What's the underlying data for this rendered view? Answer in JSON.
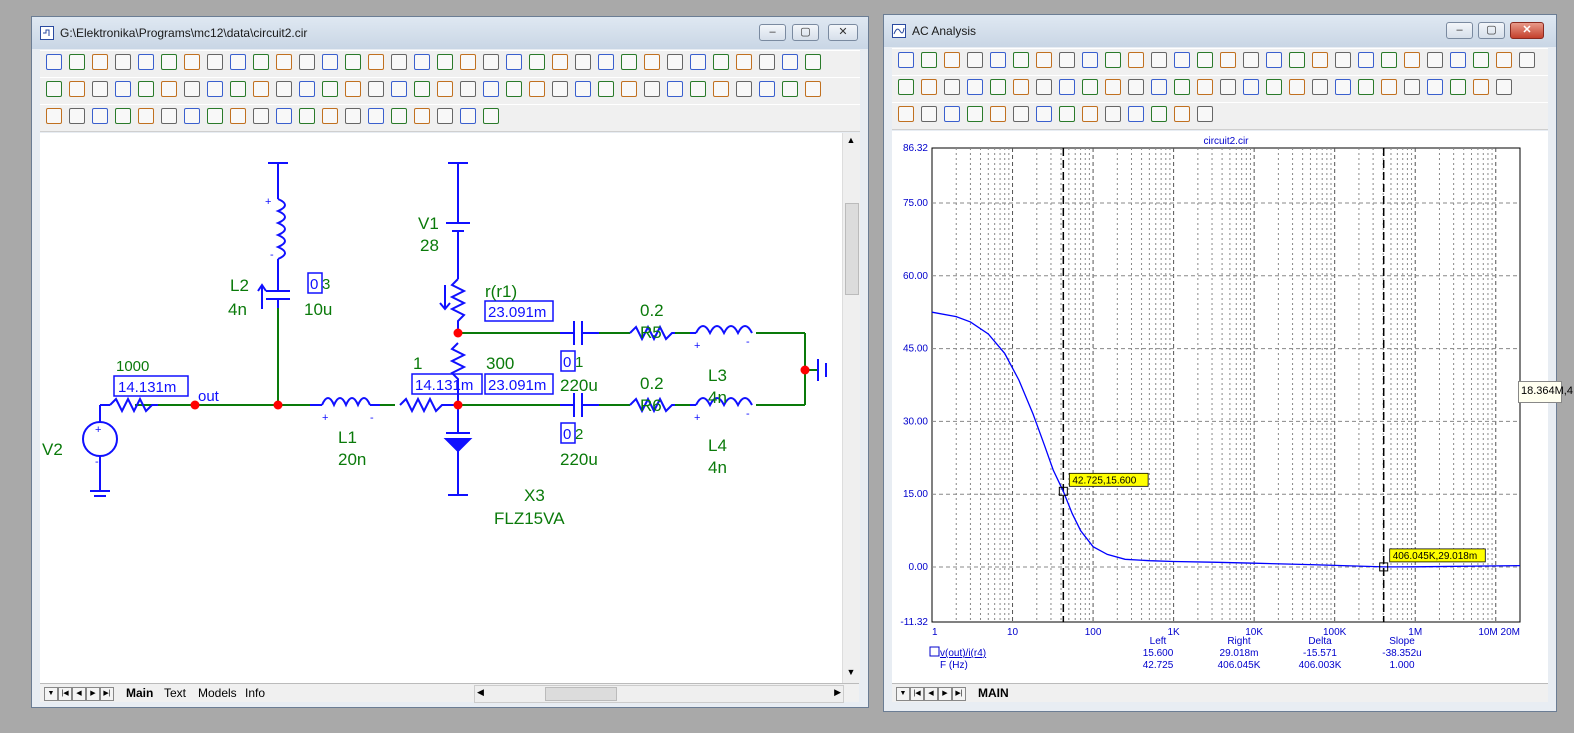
{
  "schematic_window": {
    "title": "G:\\Elektronika\\Programs\\mc12\\data\\circuit2.cir",
    "tabs": [
      "Main",
      "Text",
      "Models",
      "Info"
    ],
    "labels": {
      "r1000": "1000",
      "v_r1000": "14.131m",
      "out": "out",
      "v2": "V2",
      "l2": "L2",
      "l2_val": "4n",
      "c3_box": "0",
      "c3_tail": "3",
      "c3_val": "10u",
      "v1": "V1",
      "v1_val": "28",
      "r_r1": "r(r1)",
      "v_r1": "23.091m",
      "l1": "L1",
      "l1_val": "20n",
      "r1_label": "1",
      "v_mid": "14.131m",
      "r300": "300",
      "v_r300": "23.091m",
      "c1_box": "0",
      "c1_tail": "1",
      "c1_val": "220u",
      "c2_box": "0",
      "c2_tail": "2",
      "c2_val": "220u",
      "r5_val": "0.2",
      "r5": "R5",
      "r6_val": "0.2",
      "r6": "R6",
      "l3": "L3",
      "l3_val": "4n",
      "l4": "L4",
      "l4_val": "4n",
      "x3": "X3",
      "x3_model": "FLZ15VA"
    }
  },
  "analysis_window": {
    "title": "AC Analysis",
    "tab": "MAIN",
    "chart_title": "circuit2.cir",
    "side_label": "18.364M,4",
    "cursor1_label": "42.725,15.600",
    "cursor2_label": "406.045K,29.018m",
    "table": {
      "headers": [
        "Left",
        "Right",
        "Delta",
        "Slope"
      ],
      "rows": [
        {
          "name": "v(out)/i(r4)",
          "values": [
            "15.600",
            "29.018m",
            "-15.571",
            "-38.352u"
          ]
        },
        {
          "name": "F (Hz)",
          "values": [
            "42.725",
            "406.045K",
            "406.003K",
            "1.000"
          ]
        }
      ]
    }
  },
  "chart_data": {
    "type": "line",
    "title": "circuit2.cir",
    "xscale": "log",
    "xlim": [
      1,
      20000000
    ],
    "ylim": [
      -11.32,
      86.32
    ],
    "x_ticks": [
      "1",
      "10",
      "100",
      "1K",
      "10K",
      "100K",
      "1M",
      "10M 20M"
    ],
    "y_ticks": [
      "86.32",
      "75.00",
      "60.00",
      "45.00",
      "30.00",
      "15.00",
      "0.00",
      "-11.32"
    ],
    "grid": true,
    "series": [
      {
        "name": "v(out)/i(r4)",
        "color": "#0000ff",
        "x": [
          1,
          2,
          3,
          5,
          8,
          12,
          18,
          25,
          32,
          42.725,
          55,
          70,
          100,
          150,
          250,
          500,
          1000,
          3000,
          10000,
          50000,
          406045,
          1000000,
          20000000
        ],
        "y": [
          52.5,
          51.6,
          50.5,
          48.0,
          44.0,
          38.5,
          31.5,
          25.0,
          20.0,
          15.6,
          11.0,
          7.5,
          4.2,
          2.6,
          1.6,
          1.3,
          1.15,
          1.0,
          0.8,
          0.5,
          0.029,
          0.05,
          0.3
        ]
      }
    ],
    "cursors": [
      {
        "x": 42.725,
        "y": 15.6
      },
      {
        "x": 406045,
        "y": 0.029018
      }
    ]
  },
  "colors": {
    "schematic_wire": "#0a7a0a",
    "schematic_part": "#1010ff",
    "schematic_text": "#0a7a0a",
    "node_dot": "#ff0000",
    "plot_text": "#0000cc",
    "cursor_label_bg": "#ffff00"
  }
}
